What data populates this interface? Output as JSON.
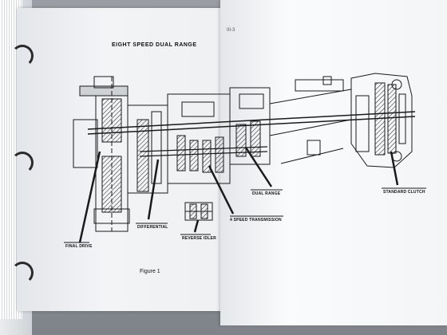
{
  "page": {
    "title": "EIGHT SPEED DUAL RANGE",
    "page_number": "III-3",
    "figure_caption": "Figure 1"
  },
  "labels": {
    "final_drive": "FINAL DRIVE",
    "differential": "DIFFERENTIAL",
    "reverse_idler": "REVERSE IDLER",
    "speed_transmission": "4 SPEED TRANSMISSION",
    "dual_range": "DUAL RANGE",
    "standard_clutch": "STANDARD CLUTCH"
  },
  "colors": {
    "ink": "#1a1a1a",
    "paper": "#f3f5f7",
    "background": "#8a8e93"
  }
}
